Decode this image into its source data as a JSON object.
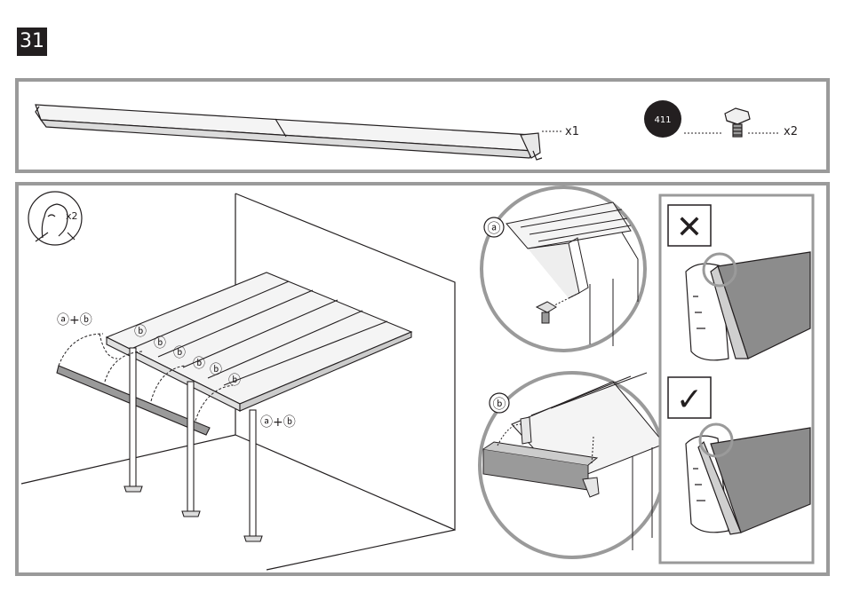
{
  "step": {
    "number": "31"
  },
  "parts": {
    "gutter_qty": "x1",
    "bolt_code": "411",
    "bolt_qty": "x2"
  },
  "assembly": {
    "persons_qty": "x2",
    "callout_ab": "ⓐ+ⓑ",
    "callout_a": "ⓐ",
    "callout_b": "ⓑ"
  },
  "detail": {
    "a_label": "ⓐ",
    "b_label": "ⓑ",
    "wrong_mark": "✕",
    "right_mark": "✓"
  },
  "colors": {
    "frame": "#9a9a9a",
    "ink": "#231f20",
    "shade": "#8c8c8c",
    "panel": "#f2f2f2"
  }
}
